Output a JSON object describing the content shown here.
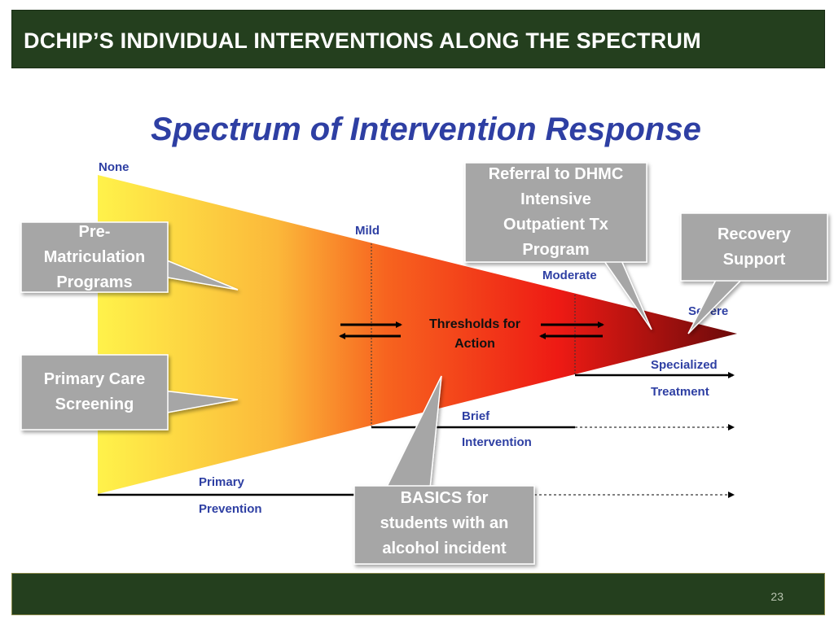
{
  "header": {
    "title": "DCHIP’S INDIVIDUAL INTERVENTIONS ALONG THE SPECTRUM"
  },
  "footer": {
    "page_number": "23"
  },
  "diagram": {
    "title": "Spectrum of Intervention Response",
    "levels": {
      "none": "None",
      "mild": "Mild",
      "moderate": "Moderate",
      "severe": "Severe"
    },
    "thresholds": {
      "line1": "Thresholds for",
      "line2": "Action"
    },
    "tiers": {
      "specialized_line1": "Specialized",
      "specialized_line2": "Treatment",
      "brief_line1": "Brief",
      "brief_line2": "Intervention",
      "primary_line1": "Primary",
      "primary_line2": "Prevention"
    },
    "callouts": {
      "prematriculation": "Pre-\nMatriculation\nPrograms",
      "primary_care": "Primary Care\nScreening",
      "referral": "Referral to DHMC\nIntensive\nOutpatient Tx\nProgram",
      "recovery": "Recovery\nSupport",
      "basics": "BASICS for\nstudents with an\nalcohol incident"
    },
    "colors": {
      "gradient_start": "#fff24a",
      "gradient_mid1": "#fbb83a",
      "gradient_mid2": "#f7641f",
      "gradient_mid3": "#ee1a14",
      "gradient_end": "#6b0a0a",
      "label_blue": "#2e3fa3",
      "callout_gray": "#a6a6a6"
    }
  }
}
